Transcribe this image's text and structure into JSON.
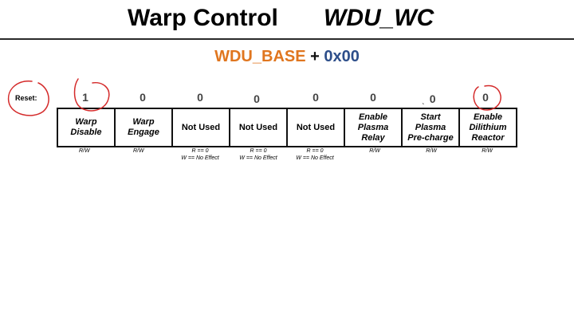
{
  "title": {
    "main": "Warp Control",
    "register_name": "WDU_WC"
  },
  "address": {
    "base": "WDU_BASE",
    "plus": "+",
    "offset": "0x00"
  },
  "reset": {
    "label": "Reset:",
    "values": [
      "1",
      "0",
      "0",
      "0",
      "0",
      "0",
      "0",
      "0"
    ],
    "stray_mark": "ˎ"
  },
  "bits": [
    {
      "lines": [
        "Warp",
        "Disable"
      ],
      "access": [
        "R/W"
      ]
    },
    {
      "lines": [
        "Warp",
        "Engage"
      ],
      "access": [
        "R/W"
      ]
    },
    {
      "lines": [
        "Not Used"
      ],
      "access": [
        "R == 0",
        "W == No Effect"
      ]
    },
    {
      "lines": [
        "Not Used"
      ],
      "access": [
        "R == 0",
        "W == No Effect"
      ]
    },
    {
      "lines": [
        "Not Used"
      ],
      "access": [
        "R == 0",
        "W == No Effect"
      ]
    },
    {
      "lines": [
        "Enable",
        "Plasma",
        "Relay"
      ],
      "access": [
        "R/W"
      ]
    },
    {
      "lines": [
        "Start",
        "Plasma",
        "Pre-charge"
      ],
      "access": [
        "R/W"
      ]
    },
    {
      "lines": [
        "Enable",
        "Dilithium",
        "Reactor"
      ],
      "access": [
        "R/W"
      ]
    }
  ],
  "colors": {
    "base": "#e0761f",
    "offset": "#2d4e8a",
    "annotation": "#d42a2a"
  }
}
